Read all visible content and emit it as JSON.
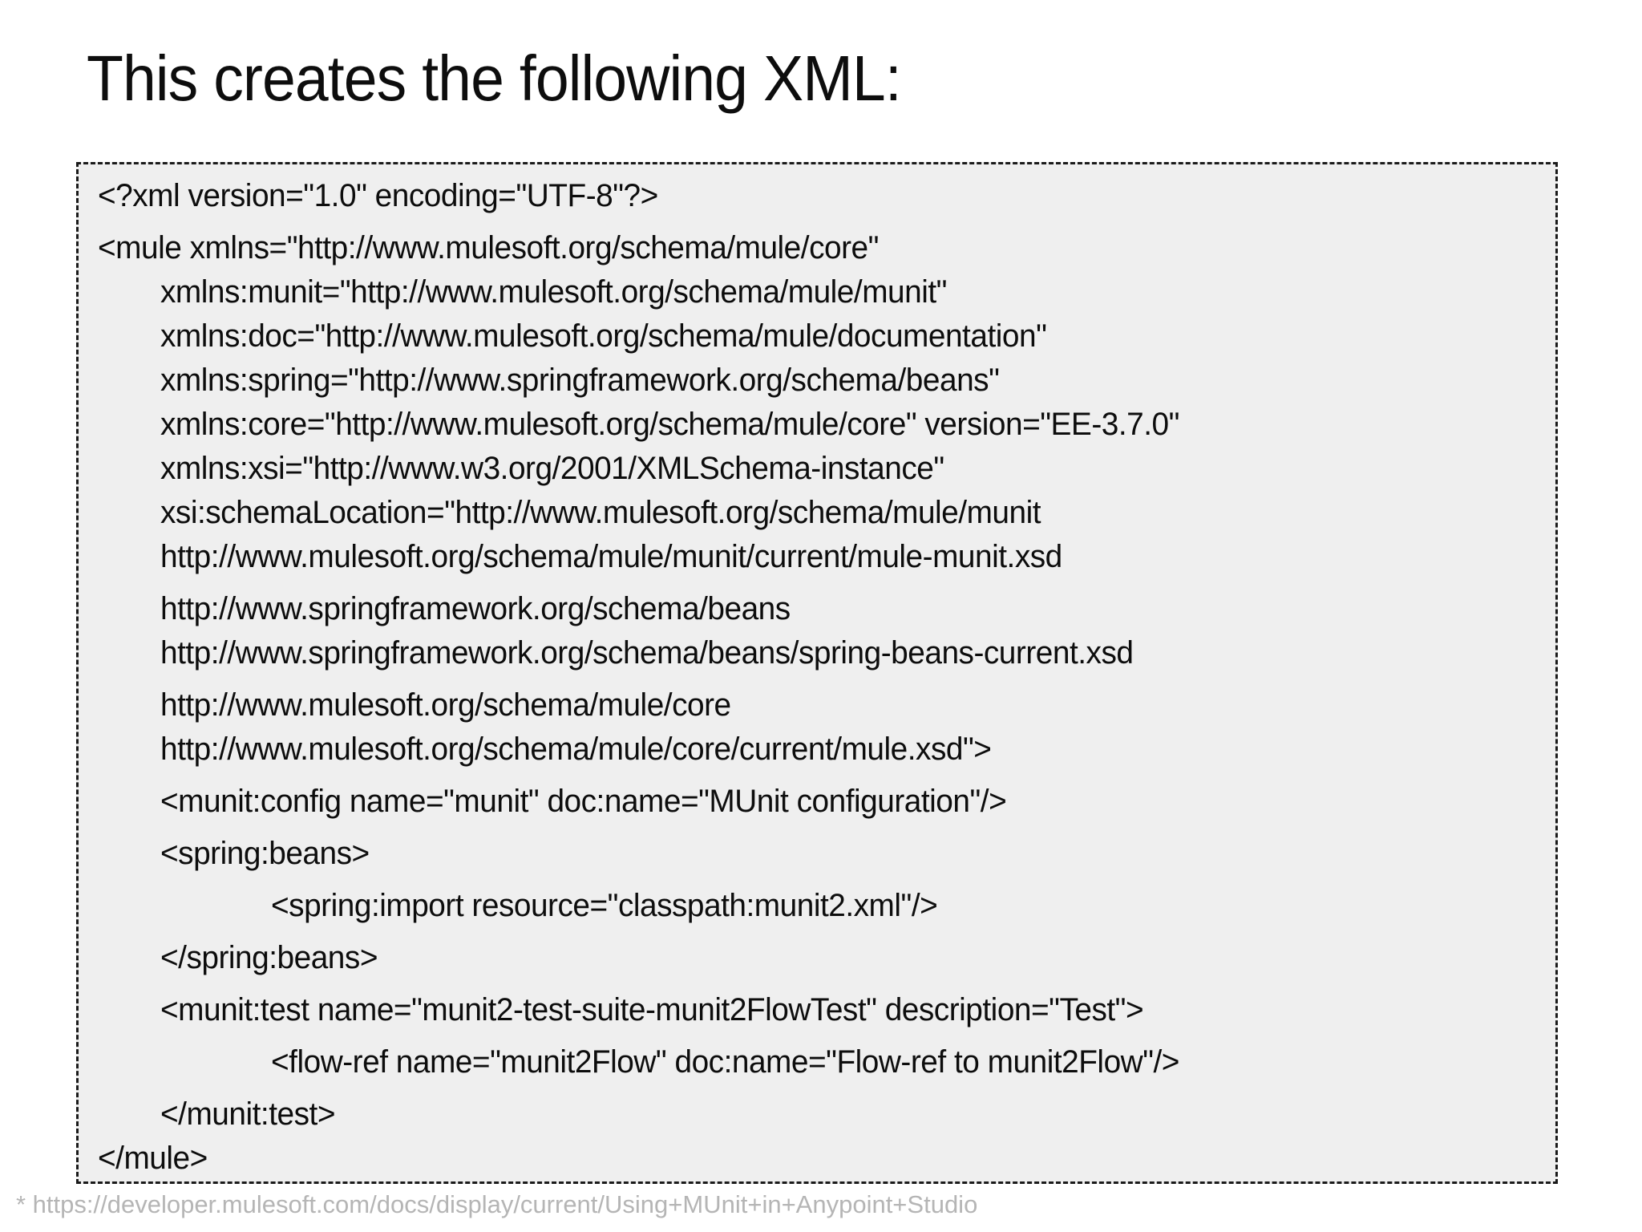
{
  "slide": {
    "title": "This creates the following XML:",
    "footer": "* https://developer.mulesoft.com/docs/display/current/Using+MUnit+in+Anypoint+Studio",
    "colors": {
      "background": "#ffffff",
      "code_box_background": "#efefef",
      "code_box_border": "#1a1a1a",
      "title_text": "#0d0d0d",
      "code_text": "#0d0d0d",
      "footer_text": "#b5b5b5"
    }
  },
  "code_box": {
    "lines": [
      {
        "text": "<?xml version=\"1.0\" encoding=\"UTF-8\"?>",
        "indent": 0,
        "para_start": true
      },
      {
        "text": "<mule xmlns=\"http://www.mulesoft.org/schema/mule/core\"",
        "indent": 0,
        "para_start": true
      },
      {
        "text": "xmlns:munit=\"http://www.mulesoft.org/schema/mule/munit\"",
        "indent": 1,
        "para_start": false
      },
      {
        "text": "xmlns:doc=\"http://www.mulesoft.org/schema/mule/documentation\"",
        "indent": 1,
        "para_start": false
      },
      {
        "text": "xmlns:spring=\"http://www.springframework.org/schema/beans\"",
        "indent": 1,
        "para_start": false
      },
      {
        "text": "xmlns:core=\"http://www.mulesoft.org/schema/mule/core\" version=\"EE-3.7.0\"",
        "indent": 1,
        "para_start": false
      },
      {
        "text": "xmlns:xsi=\"http://www.w3.org/2001/XMLSchema-instance\"",
        "indent": 1,
        "para_start": false
      },
      {
        "text": "xsi:schemaLocation=\"http://www.mulesoft.org/schema/mule/munit",
        "indent": 1,
        "para_start": false
      },
      {
        "text": "http://www.mulesoft.org/schema/mule/munit/current/mule-munit.xsd",
        "indent": 1,
        "para_start": false
      },
      {
        "text": "http://www.springframework.org/schema/beans",
        "indent": 1,
        "para_start": true
      },
      {
        "text": "http://www.springframework.org/schema/beans/spring-beans-current.xsd",
        "indent": 1,
        "para_start": false
      },
      {
        "text": "http://www.mulesoft.org/schema/mule/core",
        "indent": 1,
        "para_start": true
      },
      {
        "text": "http://www.mulesoft.org/schema/mule/core/current/mule.xsd\">",
        "indent": 1,
        "para_start": false
      },
      {
        "text": "<munit:config name=\"munit\" doc:name=\"MUnit configuration\"/>",
        "indent": 1,
        "para_start": true
      },
      {
        "text": "<spring:beans>",
        "indent": 1,
        "para_start": true
      },
      {
        "text": "<spring:import resource=\"classpath:munit2.xml\"/>",
        "indent": 2,
        "para_start": true
      },
      {
        "text": "</spring:beans>",
        "indent": 1,
        "para_start": true
      },
      {
        "text": "<munit:test name=\"munit2-test-suite-munit2FlowTest\" description=\"Test\">",
        "indent": 1,
        "para_start": true
      },
      {
        "text": "<flow-ref name=\"munit2Flow\" doc:name=\"Flow-ref to munit2Flow\"/>",
        "indent": 2,
        "para_start": true
      },
      {
        "text": "</munit:test>",
        "indent": 1,
        "para_start": true
      },
      {
        "text": "</mule>",
        "indent": 0,
        "para_start": false
      }
    ]
  }
}
